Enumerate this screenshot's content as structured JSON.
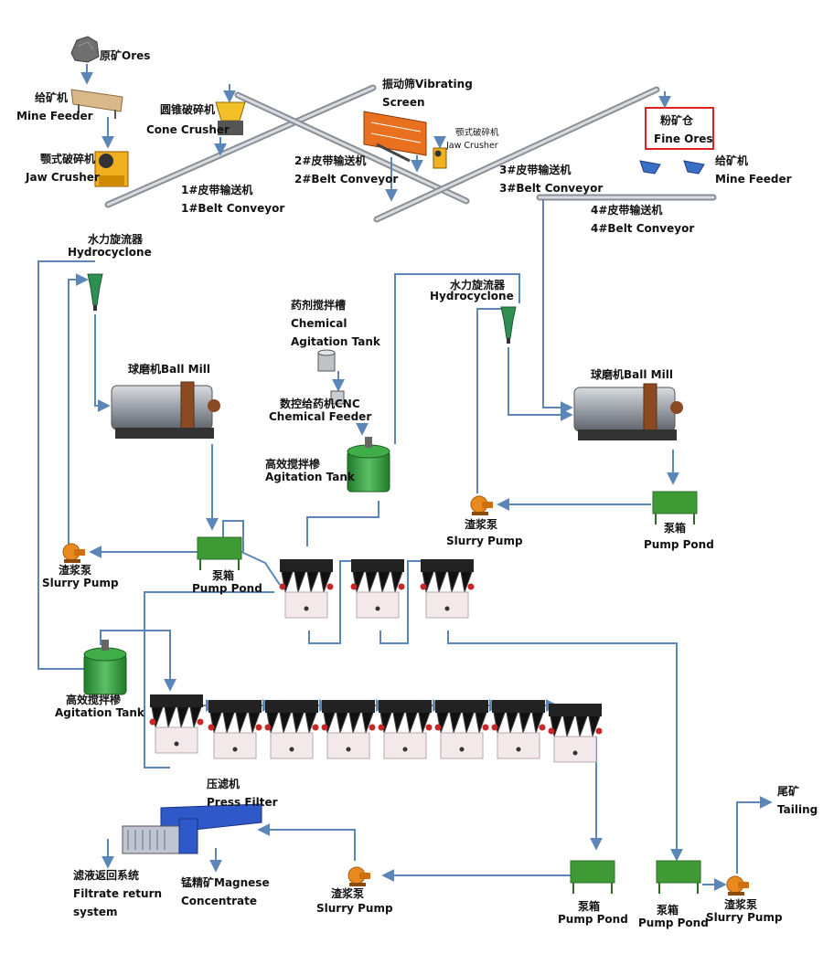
{
  "labels": {
    "raw_ore_cn": "原矿",
    "raw_ore_en": "Ores",
    "mine_feeder_top_cn": "给矿机",
    "mine_feeder_top_en": "Mine Feeder",
    "jaw_crusher_cn": "颚式破碎机",
    "jaw_crusher_en": "Jaw Crusher",
    "cone_crusher_cn": "圆锥破碎机",
    "cone_crusher_en": "Cone Crusher",
    "belt1_cn": "1#皮带输送机",
    "belt1_en": "1#Belt Conveyor",
    "vib_screen_cn": "振动筛Vibrating",
    "vib_screen_en": "Screen",
    "jaw_crusher2_cn": "颚式破碎机",
    "jaw_crusher2_en": "Jaw Crusher",
    "belt2_cn": "2#皮带输送机",
    "belt2_en": "2#Belt Conveyor",
    "belt3_cn": "3#皮带输送机",
    "belt3_en": "3#Belt Conveyor",
    "fine_ores_cn": "粉矿仓",
    "fine_ores_en": "Fine Ores",
    "mine_feeder_right_cn": "给矿机",
    "mine_feeder_right_en": "Mine Feeder",
    "belt4_cn": "4#皮带输送机",
    "belt4_en": "4#Belt Conveyor",
    "hydrocyclone_left_cn": "水力旋流器",
    "hydrocyclone_left_en": "Hydrocyclone",
    "chem_tank_cn": "药剂搅拌槽",
    "chem_tank_en1": "Chemical",
    "chem_tank_en2": "Agitation Tank",
    "hydrocyclone_right_cn": "水力旋流器",
    "hydrocyclone_right_en": "Hydrocyclone",
    "ball_mill_left": "球磨机Ball Mill",
    "cnc_feeder_cn": "数控给药机CNC",
    "cnc_feeder_en": "Chemical Feeder",
    "ball_mill_right": "球磨机Ball Mill",
    "agitation_tank_mid_cn": "高效搅拌槮",
    "agitation_tank_mid_en": "Agitation Tank",
    "slurry_pump_mid_cn": "渣浆泵",
    "slurry_pump_mid_en": "Slurry Pump",
    "pump_pond_right_cn": "泵箱",
    "pump_pond_right_en": "Pump Pond",
    "slurry_pump_left_cn": "渣浆泵",
    "slurry_pump_left_en": "Slurry Pump",
    "pump_pond_left_cn": "泵箱",
    "pump_pond_left_en": "Pump Pond",
    "agitation_tank_left_cn": "高效搅拌槮",
    "agitation_tank_left_en": "Agitation Tank",
    "press_filter_cn": "压滤机",
    "press_filter_en": "Press Filter",
    "tailing_cn": "尾矿",
    "tailing_en": "Tailing",
    "filtrate_cn": "滤液返回系统",
    "filtrate_en1": "Filtrate return",
    "filtrate_en2": "system",
    "concentrate_cn": "锰精矿Magnese",
    "concentrate_en": "Concentrate",
    "slurry_pump_bottom_cn": "渣浆泵",
    "slurry_pump_bottom_en": "Slurry Pump",
    "pump_pond_bottom1_cn": "泵箱",
    "pump_pond_bottom1_en": "Pump Pond",
    "pump_pond_bottom2_cn": "泵箱",
    "pump_pond_bottom2_en": "Pump Pond",
    "slurry_pump_tail_cn": "渣浆泵",
    "slurry_pump_tail_en": "Slurry Pump"
  },
  "colors": {
    "pipe": "#5b87b8",
    "belt": "#8a8f96",
    "feeder_orange": "#e88a1e",
    "tank_green": "#2d9e3a",
    "pond_green": "#3f9a35",
    "mill_gray": "#7c8088",
    "cell_red": "#c62828",
    "fine_ores_border": "#e0201c"
  }
}
